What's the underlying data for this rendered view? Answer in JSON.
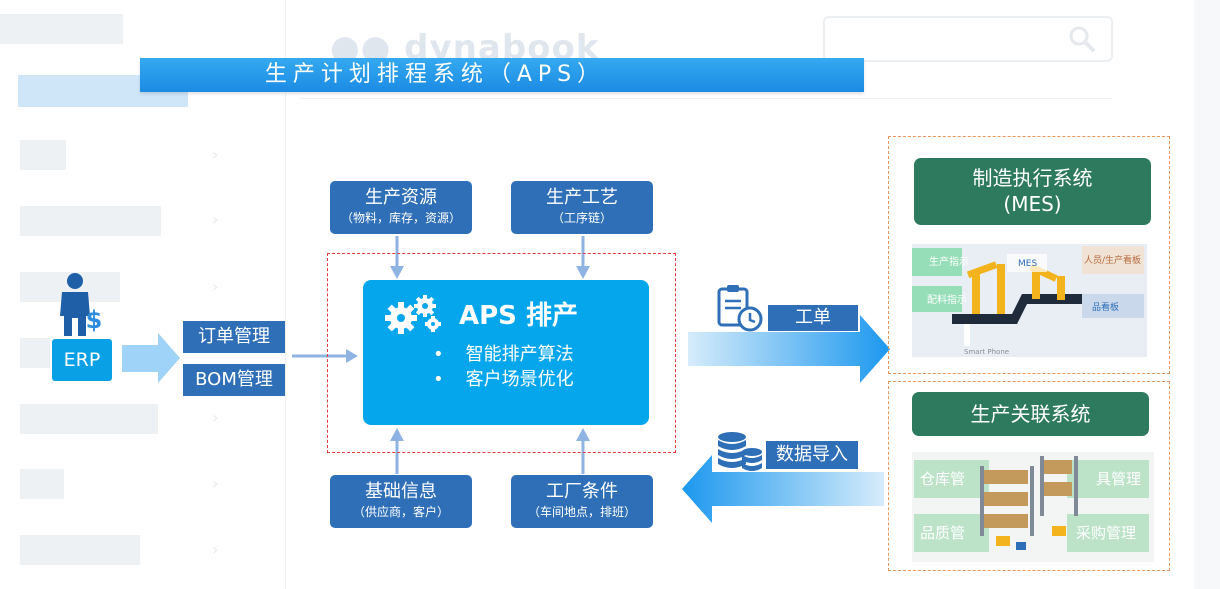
{
  "logo": "dynabook",
  "banner": {
    "title": "生产计划排程系统（APS）"
  },
  "left": {
    "erp": "ERP",
    "order_mgmt": "订单管理",
    "bom_mgmt": "BOM管理"
  },
  "top_boxes": [
    {
      "title": "生产资源",
      "subtitle": "（物料，库存，资源）"
    },
    {
      "title": "生产工艺",
      "subtitle": "（工序链）"
    }
  ],
  "bottom_boxes": [
    {
      "title": "基础信息",
      "subtitle": "（供应商，客户）"
    },
    {
      "title": "工厂条件",
      "subtitle": "（车间地点，排班）"
    }
  ],
  "aps": {
    "title": "APS 排产",
    "bullets": [
      "智能排产算法",
      "客户场景优化"
    ]
  },
  "flows": {
    "work_order": "工单",
    "data_import": "数据导入"
  },
  "mes": {
    "title_line1": "制造执行系统",
    "title_line2": "(MES)",
    "photo_labels": [
      "生产指示",
      "MES",
      "人员/生产看板",
      "配料指示",
      "品看板",
      "Smart Phone"
    ]
  },
  "related": {
    "title": "生产关联系统",
    "photo_labels": [
      "仓库管",
      "具管理",
      "品质管",
      "采购管理"
    ]
  },
  "colors": {
    "banner": "#1b8be3",
    "box_blue": "#2f6fb7",
    "aps_core": "#06a6ec",
    "mes_green": "#2d7a5f",
    "dashed_red": "#e1393e",
    "dashed_orange": "#e8965c"
  }
}
